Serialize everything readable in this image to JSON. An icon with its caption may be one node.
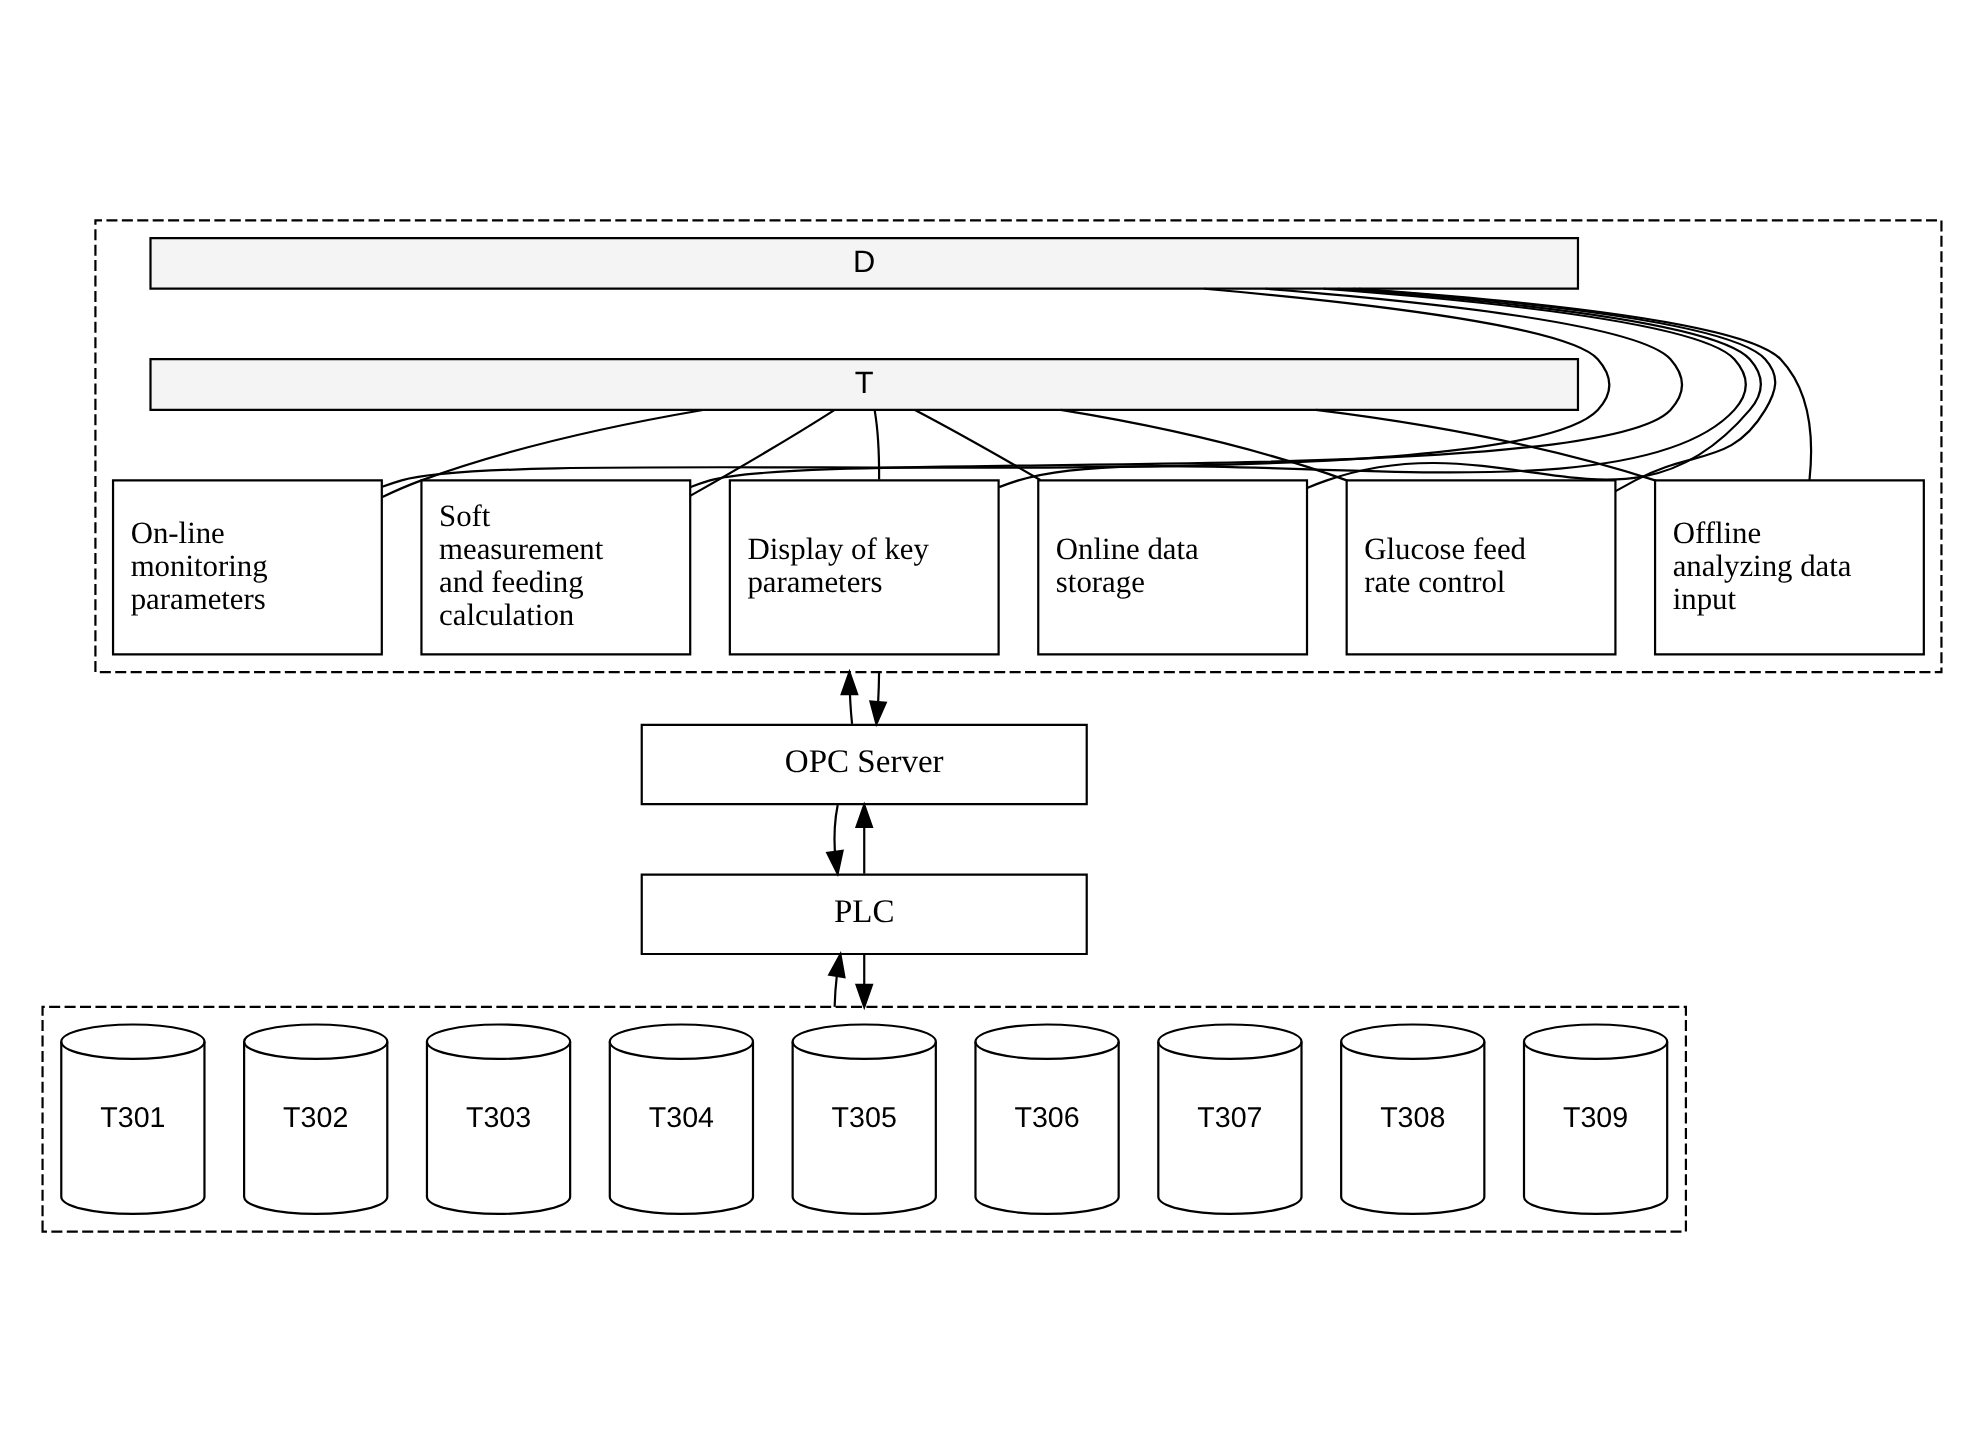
{
  "diagram": {
    "nodes": [
      {
        "text": [],
        "shape": "box"
      },
      {
        "text": [
          "D"
        ],
        "in": 0
      },
      {
        "text": [
          "T"
        ],
        "in": 0
      },
      {
        "text": [
          "On-line monitoring parameters"
        ],
        "in": 0
      },
      {
        "text": [
          "Soft measurement and feeding calculation"
        ],
        "in": 0
      },
      {
        "text": [
          "Display of key parameters"
        ],
        "in": 0
      },
      {
        "text": [
          "Online data storage"
        ],
        "in": 0
      },
      {
        "text": [
          "Glucose feed rate control"
        ],
        "in": 0
      },
      {
        "text": [
          "Offline analyzing data input"
        ],
        "in": 0
      },
      {
        "text": [
          "OPC Server"
        ]
      },
      {
        "text": [
          "PLC"
        ]
      },
      {
        "text": [],
        "shape": "box"
      },
      {
        "text": [
          "T301"
        ],
        "in": 11
      },
      {
        "text": [
          "T302"
        ],
        "in": 11
      },
      {
        "text": [
          "T303"
        ],
        "in": 11
      },
      {
        "text": [
          "T304"
        ],
        "in": 11
      },
      {
        "text": [
          "T305"
        ],
        "in": 11
      },
      {
        "text": [
          "T306"
        ],
        "in": 11
      },
      {
        "text": [
          "T307"
        ],
        "in": 11
      },
      {
        "text": [
          "T308"
        ],
        "in": 11
      },
      {
        "text": [
          "T309"
        ],
        "in": 11
      }
    ],
    "edges": [
      {
        "from": 3,
        "to": 1,
        "arrow": "none"
      },
      {
        "from": 3,
        "to": 2,
        "arrow": "none"
      },
      {
        "from": 4,
        "to": 1,
        "arrow": "none"
      },
      {
        "from": 4,
        "to": 2,
        "arrow": "none"
      },
      {
        "from": 5,
        "to": 1,
        "arrow": "none"
      },
      {
        "from": 5,
        "to": 2,
        "arrow": "none"
      },
      {
        "from": 6,
        "to": 1,
        "arrow": "none"
      },
      {
        "from": 6,
        "to": 2,
        "arrow": "none"
      },
      {
        "from": 7,
        "to": 1,
        "arrow": "none"
      },
      {
        "from": 7,
        "to": 2,
        "arrow": "none"
      },
      {
        "from": 8,
        "to": 1,
        "arrow": "none"
      },
      {
        "from": 8,
        "to": 2,
        "arrow": "none"
      },
      {
        "from": 9,
        "to": 0,
        "arrow": "to"
      },
      {
        "from": 0,
        "to": 9,
        "arrow": "to"
      },
      {
        "from": 10,
        "to": 9,
        "arrow": "to"
      },
      {
        "from": 9,
        "to": 10,
        "arrow": "to"
      },
      {
        "from": 11,
        "to": 10,
        "arrow": "to"
      },
      {
        "from": 10,
        "to": 11,
        "arrow": "to"
      }
    ]
  }
}
